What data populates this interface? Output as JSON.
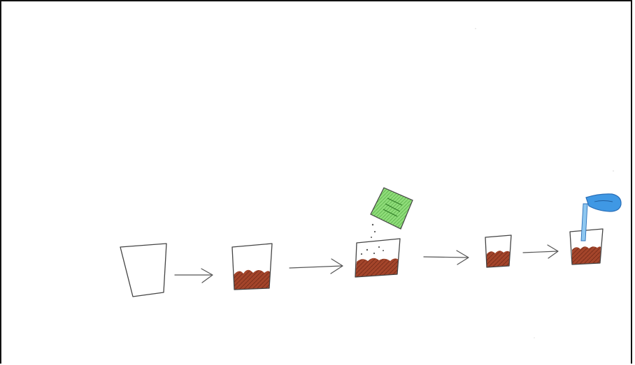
{
  "diagram": {
    "steps": [
      {
        "id": 1,
        "content": "empty-cup"
      },
      {
        "id": 2,
        "content": "soil"
      },
      {
        "id": 3,
        "content": "seeds-from-packet"
      },
      {
        "id": 4,
        "content": "soil-small-cup"
      },
      {
        "id": 5,
        "content": "watering"
      }
    ],
    "colors": {
      "outline": "#444444",
      "soil": "#a4452b",
      "soil_dark": "#7a2e1b",
      "packet": "#7fd36b",
      "packet_dark": "#3f9a35",
      "water": "#3f98e4",
      "water_dark": "#2a6fb8"
    }
  }
}
